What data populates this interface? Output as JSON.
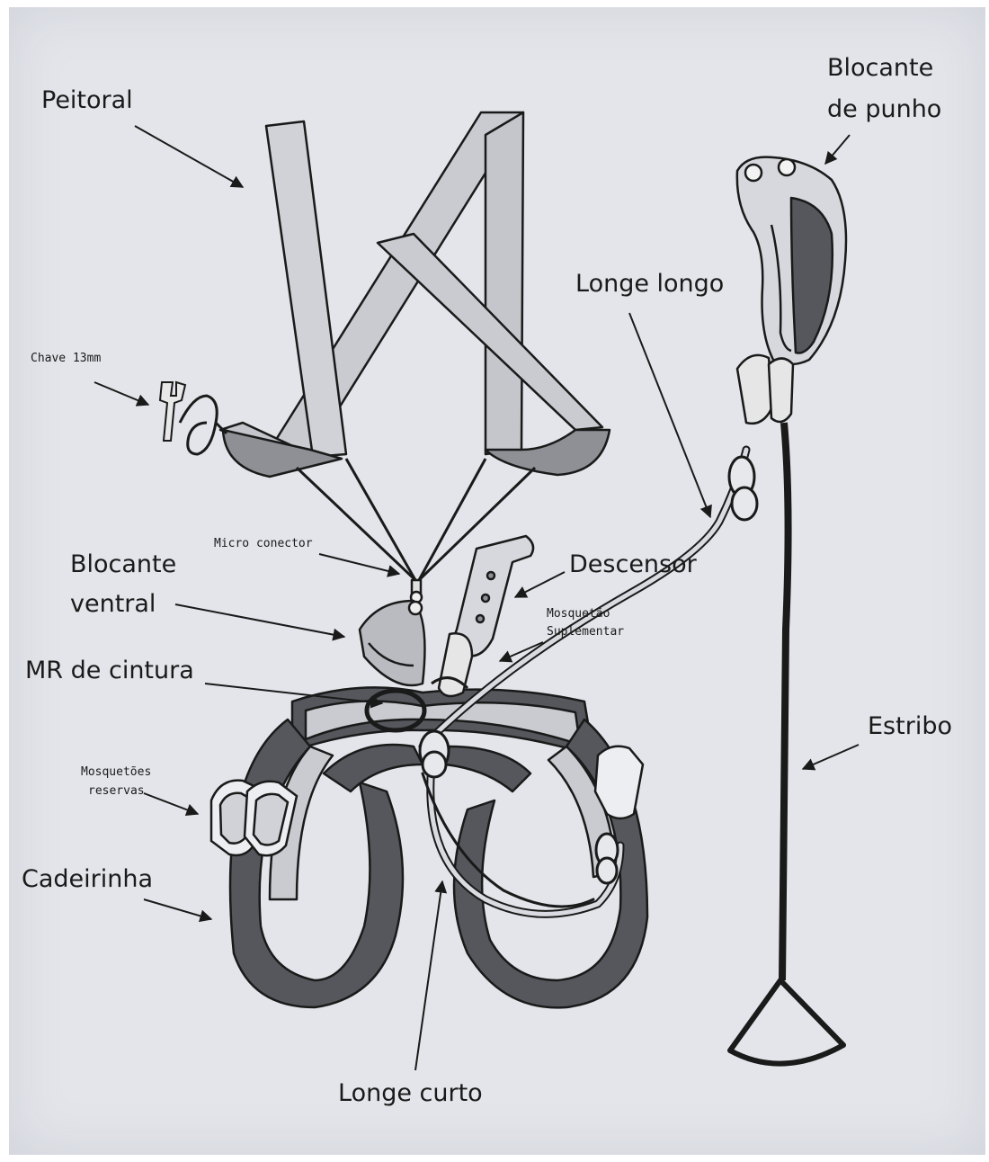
{
  "labels": {
    "peitoral": "Peitoral",
    "blocante_punho_l1": "Blocante",
    "blocante_punho_l2": "de punho",
    "longe_longo": "Longe longo",
    "chave": "Chave 13mm",
    "micro_conector": "Micro conector",
    "blocante_ventral_l1": "Blocante",
    "blocante_ventral_l2": "ventral",
    "descensor": "Descensor",
    "mosquetao_l1": "Mosquetão",
    "mosquetao_l2": "Suplementar",
    "mr_cintura": "MR de cintura",
    "estribo": "Estribo",
    "mosquetoes_l1": "Mosquetões",
    "mosquetoes_l2": "reservas",
    "cadeirinha": "Cadeirinha",
    "longe_curto": "Longe curto"
  },
  "colors": {
    "background": "#e3e5ea",
    "strap_light": "#c9cbd0",
    "strap_dark": "#55575c",
    "ink": "#1a1a1a"
  }
}
